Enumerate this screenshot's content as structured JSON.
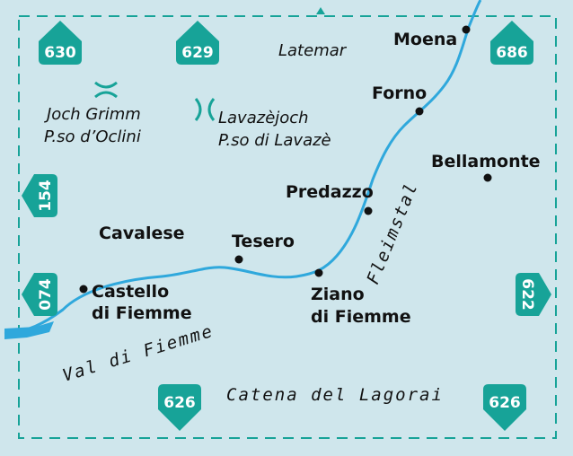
{
  "colors": {
    "background": "#cfe6ec",
    "accent": "#17a398",
    "river": "#2fa8dc"
  },
  "map_sheets": [
    {
      "id": "630",
      "direction": "north"
    },
    {
      "id": "629",
      "direction": "north"
    },
    {
      "id": "686",
      "direction": "north"
    },
    {
      "id": "154",
      "direction": "west"
    },
    {
      "id": "074",
      "direction": "west"
    },
    {
      "id": "622",
      "direction": "east"
    },
    {
      "id": "626",
      "direction": "south"
    },
    {
      "id": "626b",
      "label": "626",
      "direction": "south"
    }
  ],
  "badges": {
    "b630": "630",
    "b629": "629",
    "b686": "686",
    "b154": "154",
    "b074": "074",
    "b622": "622",
    "b626a": "626",
    "b626b": "626"
  },
  "peaks": {
    "latemar": "Latemar"
  },
  "passes": {
    "joch_grimm_1": "Joch Grimm",
    "joch_grimm_2": "P.so d’Oclini",
    "lavaze_1": "Lavazèjoch",
    "lavaze_2": "P.so di Lavazè"
  },
  "towns": {
    "moena": "Moena",
    "forno": "Forno",
    "bellamonte": "Bellamonte",
    "predazzo": "Predazzo",
    "cavalese": "Cavalese",
    "tesero": "Tesero",
    "castello_1": "Castello",
    "castello_2": "di Fiemme",
    "ziano_1": "Ziano",
    "ziano_2": "di Fiemme"
  },
  "regions": {
    "fleimstal": "Fleimstal",
    "val_di_fiemme": "Val di Fiemme",
    "lagorai": "Catena del Lagorai"
  }
}
